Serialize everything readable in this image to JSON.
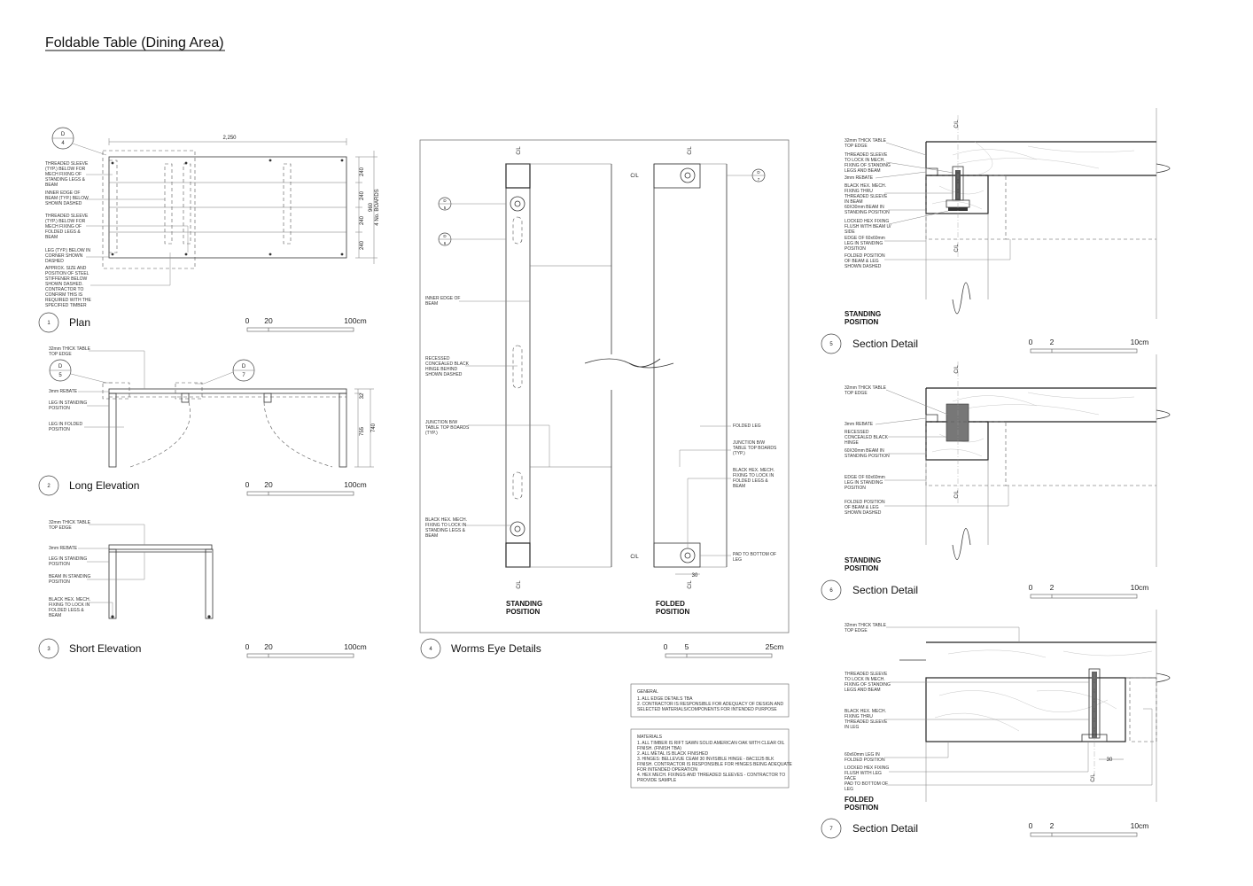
{
  "sheet": {
    "title": "Foldable Table (Dining Area)"
  },
  "views": [
    {
      "number": "1",
      "title": "Plan"
    },
    {
      "number": "2",
      "title": "Long Elevation"
    },
    {
      "number": "3",
      "title": "Short Elevation"
    },
    {
      "number": "4",
      "title": "Worms Eye Details"
    },
    {
      "number": "5",
      "title": "Section Detail"
    },
    {
      "number": "6",
      "title": "Section Detail"
    },
    {
      "number": "7",
      "title": "Section Detail"
    }
  ],
  "scales": {
    "plan": [
      "0",
      "20",
      "100cm"
    ],
    "long": [
      "0",
      "20",
      "100cm"
    ],
    "short": [
      "0",
      "20",
      "100cm"
    ],
    "worms": [
      "0",
      "5",
      "25cm"
    ],
    "s5": [
      "0",
      "2",
      "10cm"
    ],
    "s6": [
      "0",
      "2",
      "10cm"
    ],
    "s7": [
      "0",
      "2",
      "10cm"
    ]
  },
  "refs": {
    "plan_d4": [
      "D",
      "4"
    ],
    "long_d5": [
      "D",
      "5"
    ],
    "long_d7": [
      "D",
      "7"
    ],
    "worms_d5": [
      "D",
      "5"
    ],
    "worms_d6": [
      "D",
      "6"
    ],
    "worms_d7": [
      "D",
      "7"
    ]
  },
  "dims": {
    "plan_length": "2,250",
    "plan_240a": "240",
    "plan_240b": "240",
    "plan_240c": "240",
    "plan_240d": "240",
    "plan_960": "960",
    "plan_boards": "4 No. BOARDS",
    "long_32": "32",
    "long_755": "755",
    "long_740": "740",
    "worms_30": "30",
    "s7_30": "30"
  },
  "centerline": "C/L",
  "plan_notes": [
    "THREADED SLEEVE (TYP.) BELOW FOR MECH FIXING OF STANDING LEGS & BEAM",
    "INNER EDGE OF BEAM (TYP.) BELOW SHOWN DASHED",
    "THREADED SLEEVE (TYP.) BELOW FOR MECH FIXING OF FOLDED LEGS & BEAM",
    "LEG (TYP.) BELOW IN CORNER SHOWN DASHED",
    "APPROX. SIZE AND POSITION OF STEEL STIFFENER BELOW SHOWN DASHED. CONTRACTOR TO CONFIRM THIS IS REQUIRED WITH THE SPECIFIED TIMBER"
  ],
  "long_notes": [
    "32mm THICK TABLE TOP EDGE",
    "3mm REBATE",
    "LEG IN STANDING POSITION",
    "LEG IN FOLDED POSITION"
  ],
  "short_notes": [
    "32mm THICK TABLE TOP EDGE",
    "3mm REBATE",
    "LEG IN STANDING POSITION",
    "BEAM IN STANDING POSITION",
    "BLACK HEX. MECH. FIXING TO LOCK IN FOLDED LEGS & BEAM"
  ],
  "worms_left_notes": [
    "INNER EDGE OF BEAM",
    "RECESSED CONCEALED BLACK HINGE BEHIND SHOWN DASHED",
    "JUNCTION B/W TABLE TOP BOARDS (TYP.)",
    "BLACK HEX. MECH. FIXING TO LOCK IN STANDING LEGS & BEAM"
  ],
  "worms_right_notes": [
    "FOLDED LEG",
    "JUNCTION B/W TABLE TOP BOARDS (TYP.)",
    "BLACK HEX. MECH. FIXING TO LOCK IN FOLDED LEGS & BEAM",
    "PAD TO BOTTOM OF LEG"
  ],
  "positions": {
    "worms_standing": [
      "STANDING",
      "POSITION"
    ],
    "worms_folded": [
      "FOLDED",
      "POSITION"
    ],
    "s5": [
      "STANDING",
      "POSITION"
    ],
    "s6": [
      "STANDING",
      "POSITION"
    ],
    "s7": [
      "FOLDED",
      "POSITION"
    ]
  },
  "s5_notes": [
    "32mm THICK TABLE TOP EDGE",
    "THREADED SLEEVE TO LOCK IN MECH. FIXING OF STANDING LEGS AND BEAM",
    "3mm REBATE",
    "BLACK HEX. MECH. FIXING THRU THREADED SLEEVE IN BEAM",
    "60X30mm BEAM IN STANDING POSITION",
    "LOCKED HEX FIXING FLUSH WITH BEAM UF SIDE",
    "EDGE OF 60x60mm LEG IN STANDING POSITION",
    "FOLDED POSITION OF BEAM & LEG SHOWN DASHED"
  ],
  "s6_notes": [
    "32mm THICK TABLE TOP EDGE",
    "3mm REBATE",
    "RECESSED CONCEALED BLACK HINGE",
    "60X30mm BEAM IN STANDING POSITION",
    "EDGE OF 60x60mm LEG IN STANDING POSITION",
    "FOLDED POSITION OF BEAM & LEG SHOWN DASHED"
  ],
  "s7_notes": [
    "32mm THICK TABLE TOP EDGE",
    "THREADED SLEEVE TO LOCK IN MECH. FIXING OF STANDING LEGS AND BEAM",
    "BLACK HEX. MECH. FIXING THRU THREADED SLEEVE IN LEG",
    "60x60mm LEG IN FOLDED POSITION",
    "LOCKED HEX FIXING FLUSH WITH LEG FACE",
    "PAD TO BOTTOM OF LEG"
  ],
  "general": {
    "heading": "GENERAL",
    "lines": [
      "1. ALL EDGE DETAILS TBA",
      "2. CONTRACTOR IS RESPONSIBLE FOR ADEQUACY OF DESIGN AND",
      "SELECTED MATERIALS/COMPONENTS FOR INTENDED PURPOSE"
    ]
  },
  "materials": {
    "heading": "MATERIALS",
    "lines": [
      "1. ALL TIMBER IS RIFT SAWN SOLID AMERICAN OAK WITH CLEAR OIL",
      "FINISH. (FINISH TBA)",
      "2. ALL METAL IS BLACK FINISHED",
      "3. HINGES: BELLEVUE CEAM 30 INVISIBLE HINGE - 8AC1125 BLK",
      "FINISH. CONTRACTOR IS RESPONSIBLE FOR HINGES BEING ADEQUATE",
      "FOR INTENDED OPERATION",
      "4. HEX MECH. FIXINGS AND THREADED SLEEVES - CONTRACTOR TO",
      "PROVIDE SAMPLE"
    ]
  }
}
